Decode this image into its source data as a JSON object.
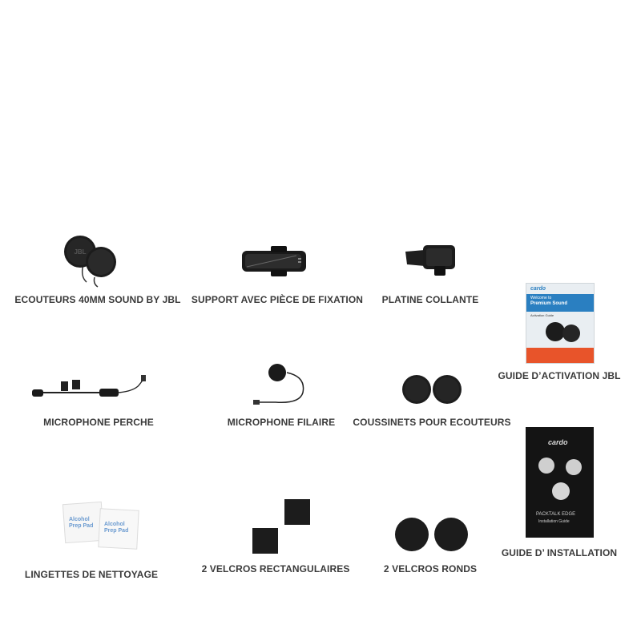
{
  "items": {
    "earphones": {
      "label": "ECOUTEURS 40MM SOUND BY JBL",
      "logo": "JBL"
    },
    "support": {
      "label": "SUPPORT AVEC PIÈCE DE FIXATION"
    },
    "platine": {
      "label": "PLATINE COLLANTE"
    },
    "jbl_guide": {
      "label": "GUIDE D’ACTIVATION JBL",
      "brand": "cardo",
      "line1": "Welcome to",
      "line2": "Premium Sound",
      "line3": "Activation Guide"
    },
    "boom_mic": {
      "label": "MICROPHONE PERCHE"
    },
    "wired_mic": {
      "label": "MICROPHONE FILAIRE"
    },
    "cushions": {
      "label": "COUSSINETS POUR ECOUTEURS"
    },
    "install_guide": {
      "label": "GUIDE D’ INSTALLATION",
      "brand": "cardo",
      "product": "PACKTALK EDGE",
      "subtitle": "Installation Guide"
    },
    "wipes": {
      "label": "LINGETTES DE NETTOYAGE",
      "pad_text_1": "Alcohol",
      "pad_text_2": "Prep Pad"
    },
    "rect_velcro": {
      "label": "2 VELCROS RECTANGULAIRES"
    },
    "round_velcro": {
      "label": "2 VELCROS RONDS"
    }
  },
  "colors": {
    "label_text": "#3a3a3a",
    "product_black": "#1c1c1c",
    "guide_accent": "#e8542a",
    "guide_blue": "#2a7fc1"
  }
}
